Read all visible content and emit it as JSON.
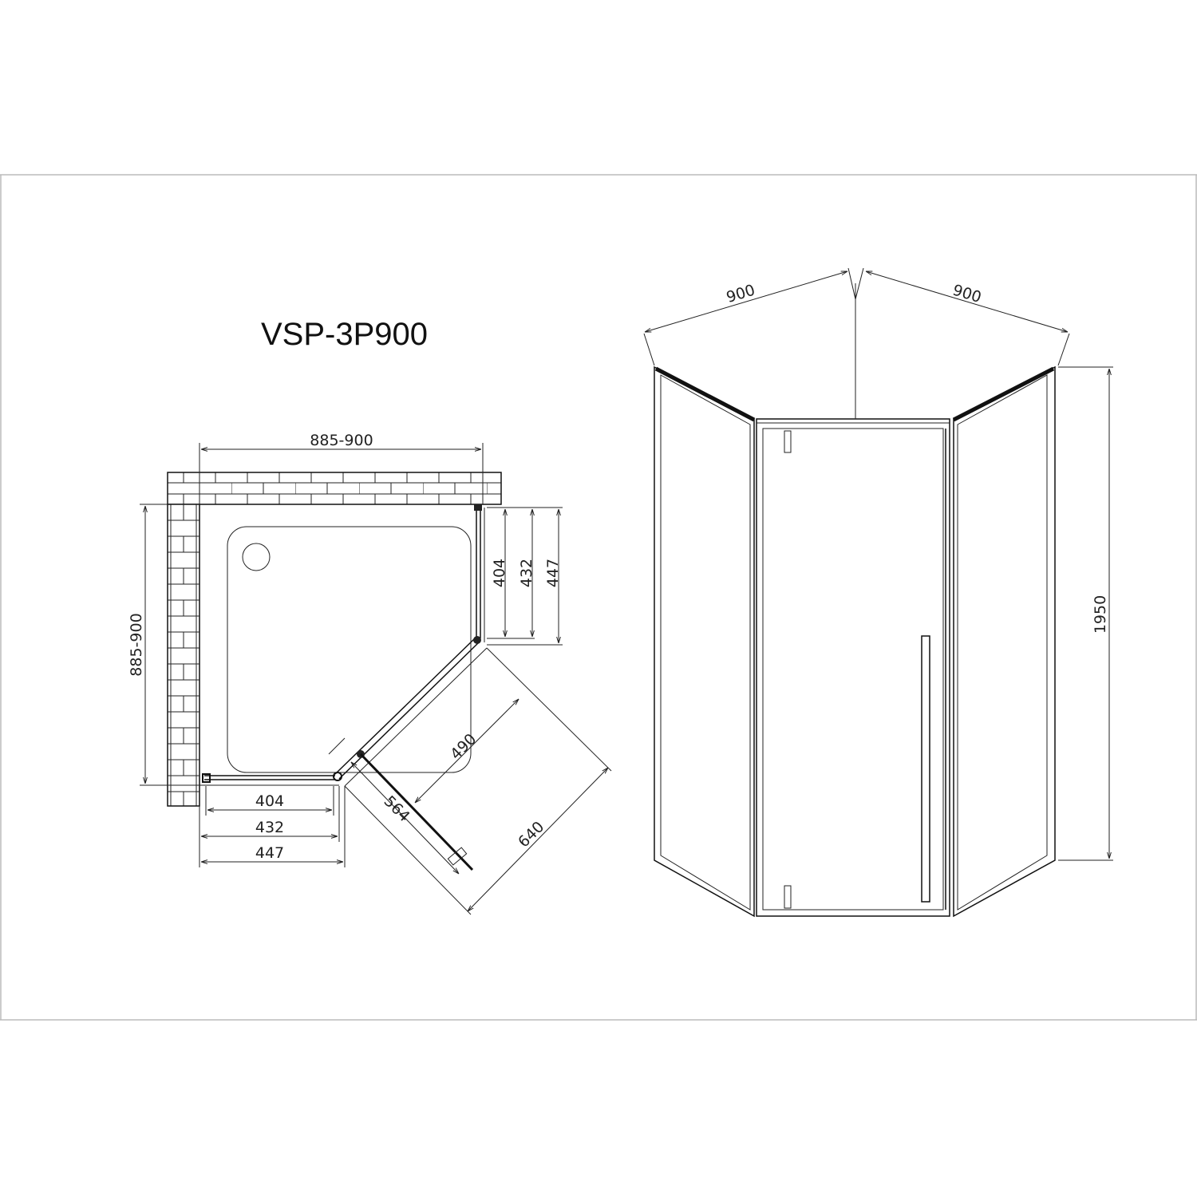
{
  "title": "VSP-3P900",
  "plan_view": {
    "width_dim": "885-900",
    "depth_dim": "885-900",
    "right_dims": [
      "404",
      "432",
      "447"
    ],
    "bottom_dims": [
      "404",
      "432",
      "447"
    ],
    "door_dims": {
      "opening": "490",
      "door_width": "564",
      "swing": "640"
    }
  },
  "elevation_view": {
    "left_width": "900",
    "right_width": "900",
    "height": "1950"
  }
}
